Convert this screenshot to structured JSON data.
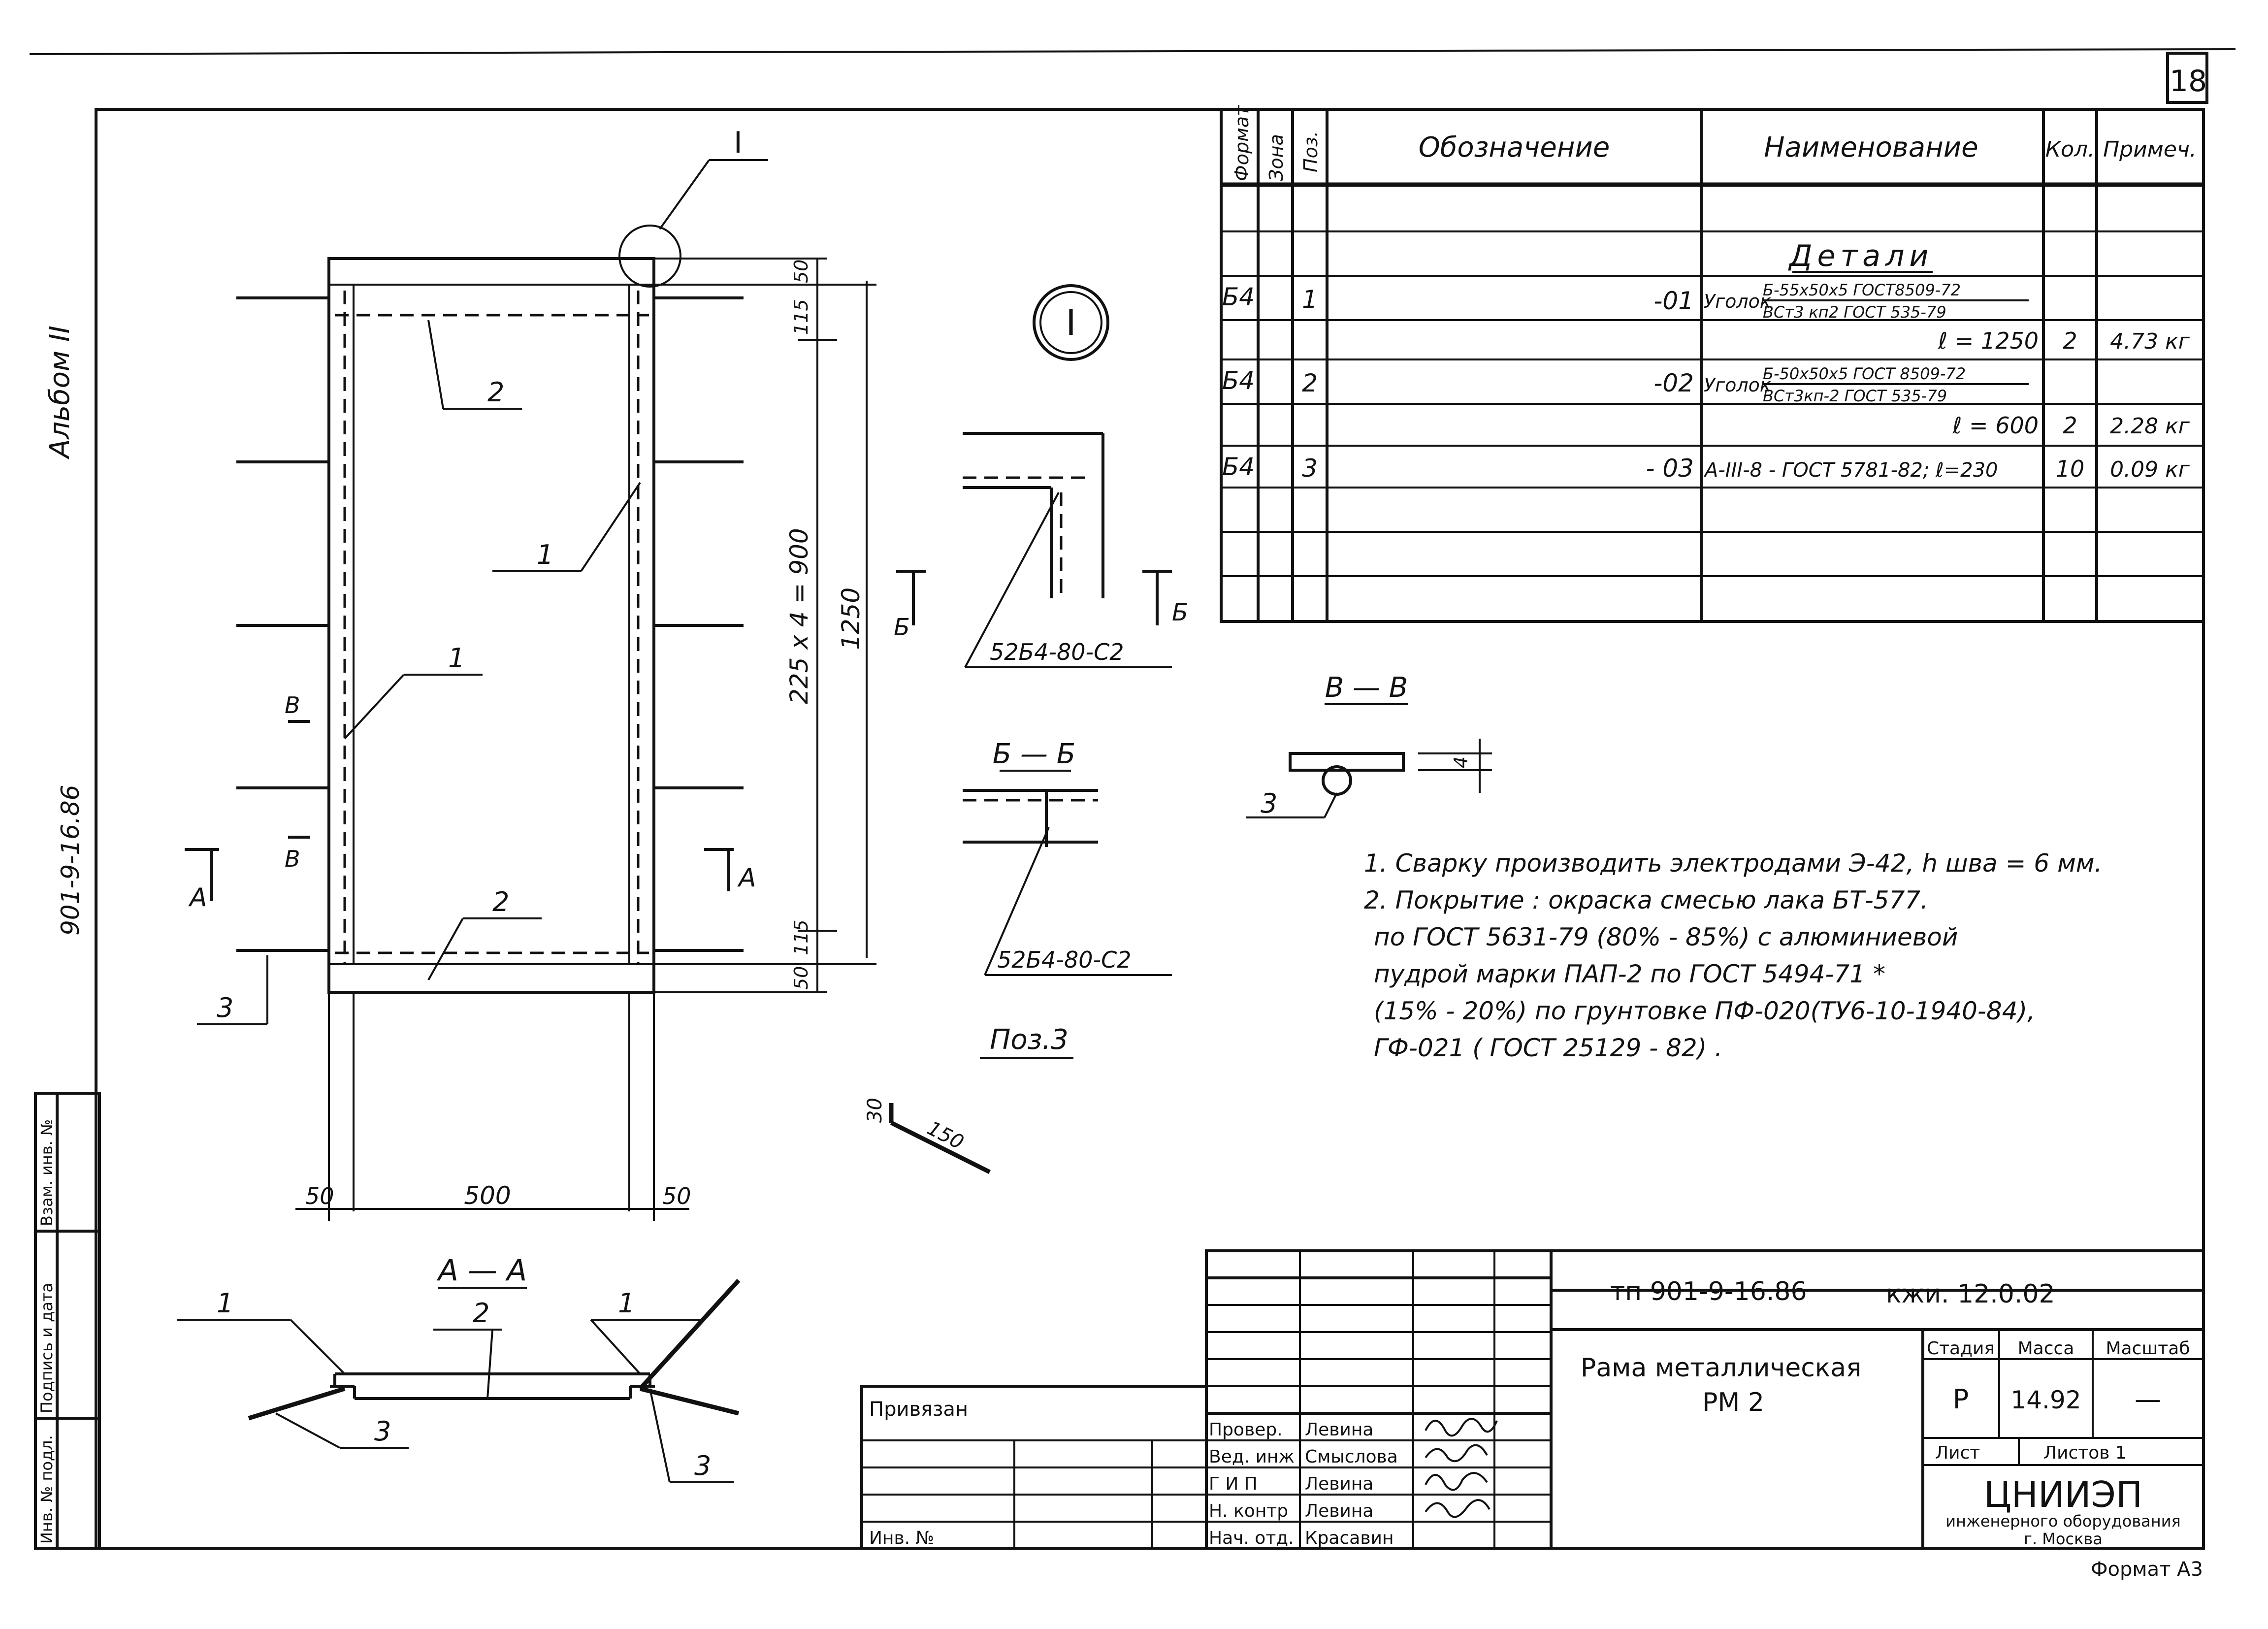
{
  "sheet": {
    "page_number": "18",
    "album_label": "Альбом II",
    "project_side_label": "901-9-16.86",
    "format_label": "Формат А3"
  },
  "spec_table": {
    "headers": {
      "format": "Формат",
      "zone": "Зона",
      "pos": "Поз.",
      "designation": "Обозначение",
      "name": "Наименование",
      "qty": "Кол.",
      "note": "Примеч."
    },
    "section_title": "Детали",
    "rows": [
      {
        "format": "Б4",
        "pos": "1",
        "designation": "-01",
        "name_prefix": "Уголок",
        "name_top": "Б-55х50х5 ГОСТ8509-72",
        "name_bottom": "ВСт3 кп2 ГОСТ 535-79",
        "length": "ℓ = 1250",
        "qty": "2",
        "note": "4.73 кг"
      },
      {
        "format": "Б4",
        "pos": "2",
        "designation": "-02",
        "name_prefix": "Уголок",
        "name_top": "Б-50х50х5 ГОСТ 8509-72",
        "name_bottom": "ВСт3кп-2 ГОСТ 535-79",
        "length": "ℓ = 600",
        "qty": "2",
        "note": "2.28 кг"
      },
      {
        "format": "Б4",
        "pos": "3",
        "designation": "- 03",
        "name_prefix": "",
        "name_top": "А-III-8 - ГОСТ 5781-82; ℓ=230",
        "name_bottom": "",
        "length": "",
        "qty": "10",
        "note": "0.09 кг"
      }
    ]
  },
  "drawing": {
    "detail_mark": "I",
    "callout_1": "1",
    "callout_2": "2",
    "callout_3": "3",
    "section_a": "А",
    "section_b": "Б",
    "section_v": "В",
    "section_aa_title": "А — А",
    "section_bb_title": "Б — Б",
    "section_vv_title": "В — В",
    "pos3_title": "Поз.3",
    "weld_mark": "52Б4-80-С2",
    "dims": {
      "d50": "50",
      "d115": "115",
      "d225": "225 х 4 = 900",
      "d1250": "1250",
      "d500": "500",
      "d30": "30",
      "d150": "150",
      "d4": "4"
    }
  },
  "notes": [
    "1. Сварку производить электродами Э-42, h шва = 6 мм.",
    "2. Покрытие : окраска смесью лака БТ-577.",
    "по ГОСТ 5631-79 (80% - 85%) с алюминиевой",
    "пудрой марки ПАП-2 по ГОСТ 5494-71 *",
    "(15% - 20%) по грунтовке ПФ-020(ТУ6-10-1940-84),",
    "ГФ-021 ( ГОСТ 25129 - 82) ."
  ],
  "title_block": {
    "project_code": "тп 901-9-16.86",
    "doc_code": "кжи. 12.0.02",
    "title_line1": "Рама металлическая",
    "title_line2": "РМ 2",
    "stage_label": "Стадия",
    "mass_label": "Масса",
    "scale_label": "Масштаб",
    "stage_value": "Р",
    "mass_value": "14.92",
    "scale_value": "—",
    "sheet_label": "Лист",
    "sheets_label": "Листов 1",
    "org_name": "ЦНИИЭП",
    "org_line2": "инженерного оборудования",
    "org_city": "г. Москва",
    "privyazan": "Привязан",
    "inv_no": "Инв. №",
    "signatures": [
      {
        "role": "Провер.",
        "name": "Левина"
      },
      {
        "role": "Вед. инж",
        "name": "Смыслова"
      },
      {
        "role": "Г И П",
        "name": "Левина"
      },
      {
        "role": "Н. контр",
        "name": "Левина"
      },
      {
        "role": "Нач. отд.",
        "name": "Красавин"
      }
    ]
  },
  "left_strip": {
    "col1": "Инв. № подл.",
    "col2": "Подпись и дата",
    "col3": "Взам. инв. №"
  }
}
